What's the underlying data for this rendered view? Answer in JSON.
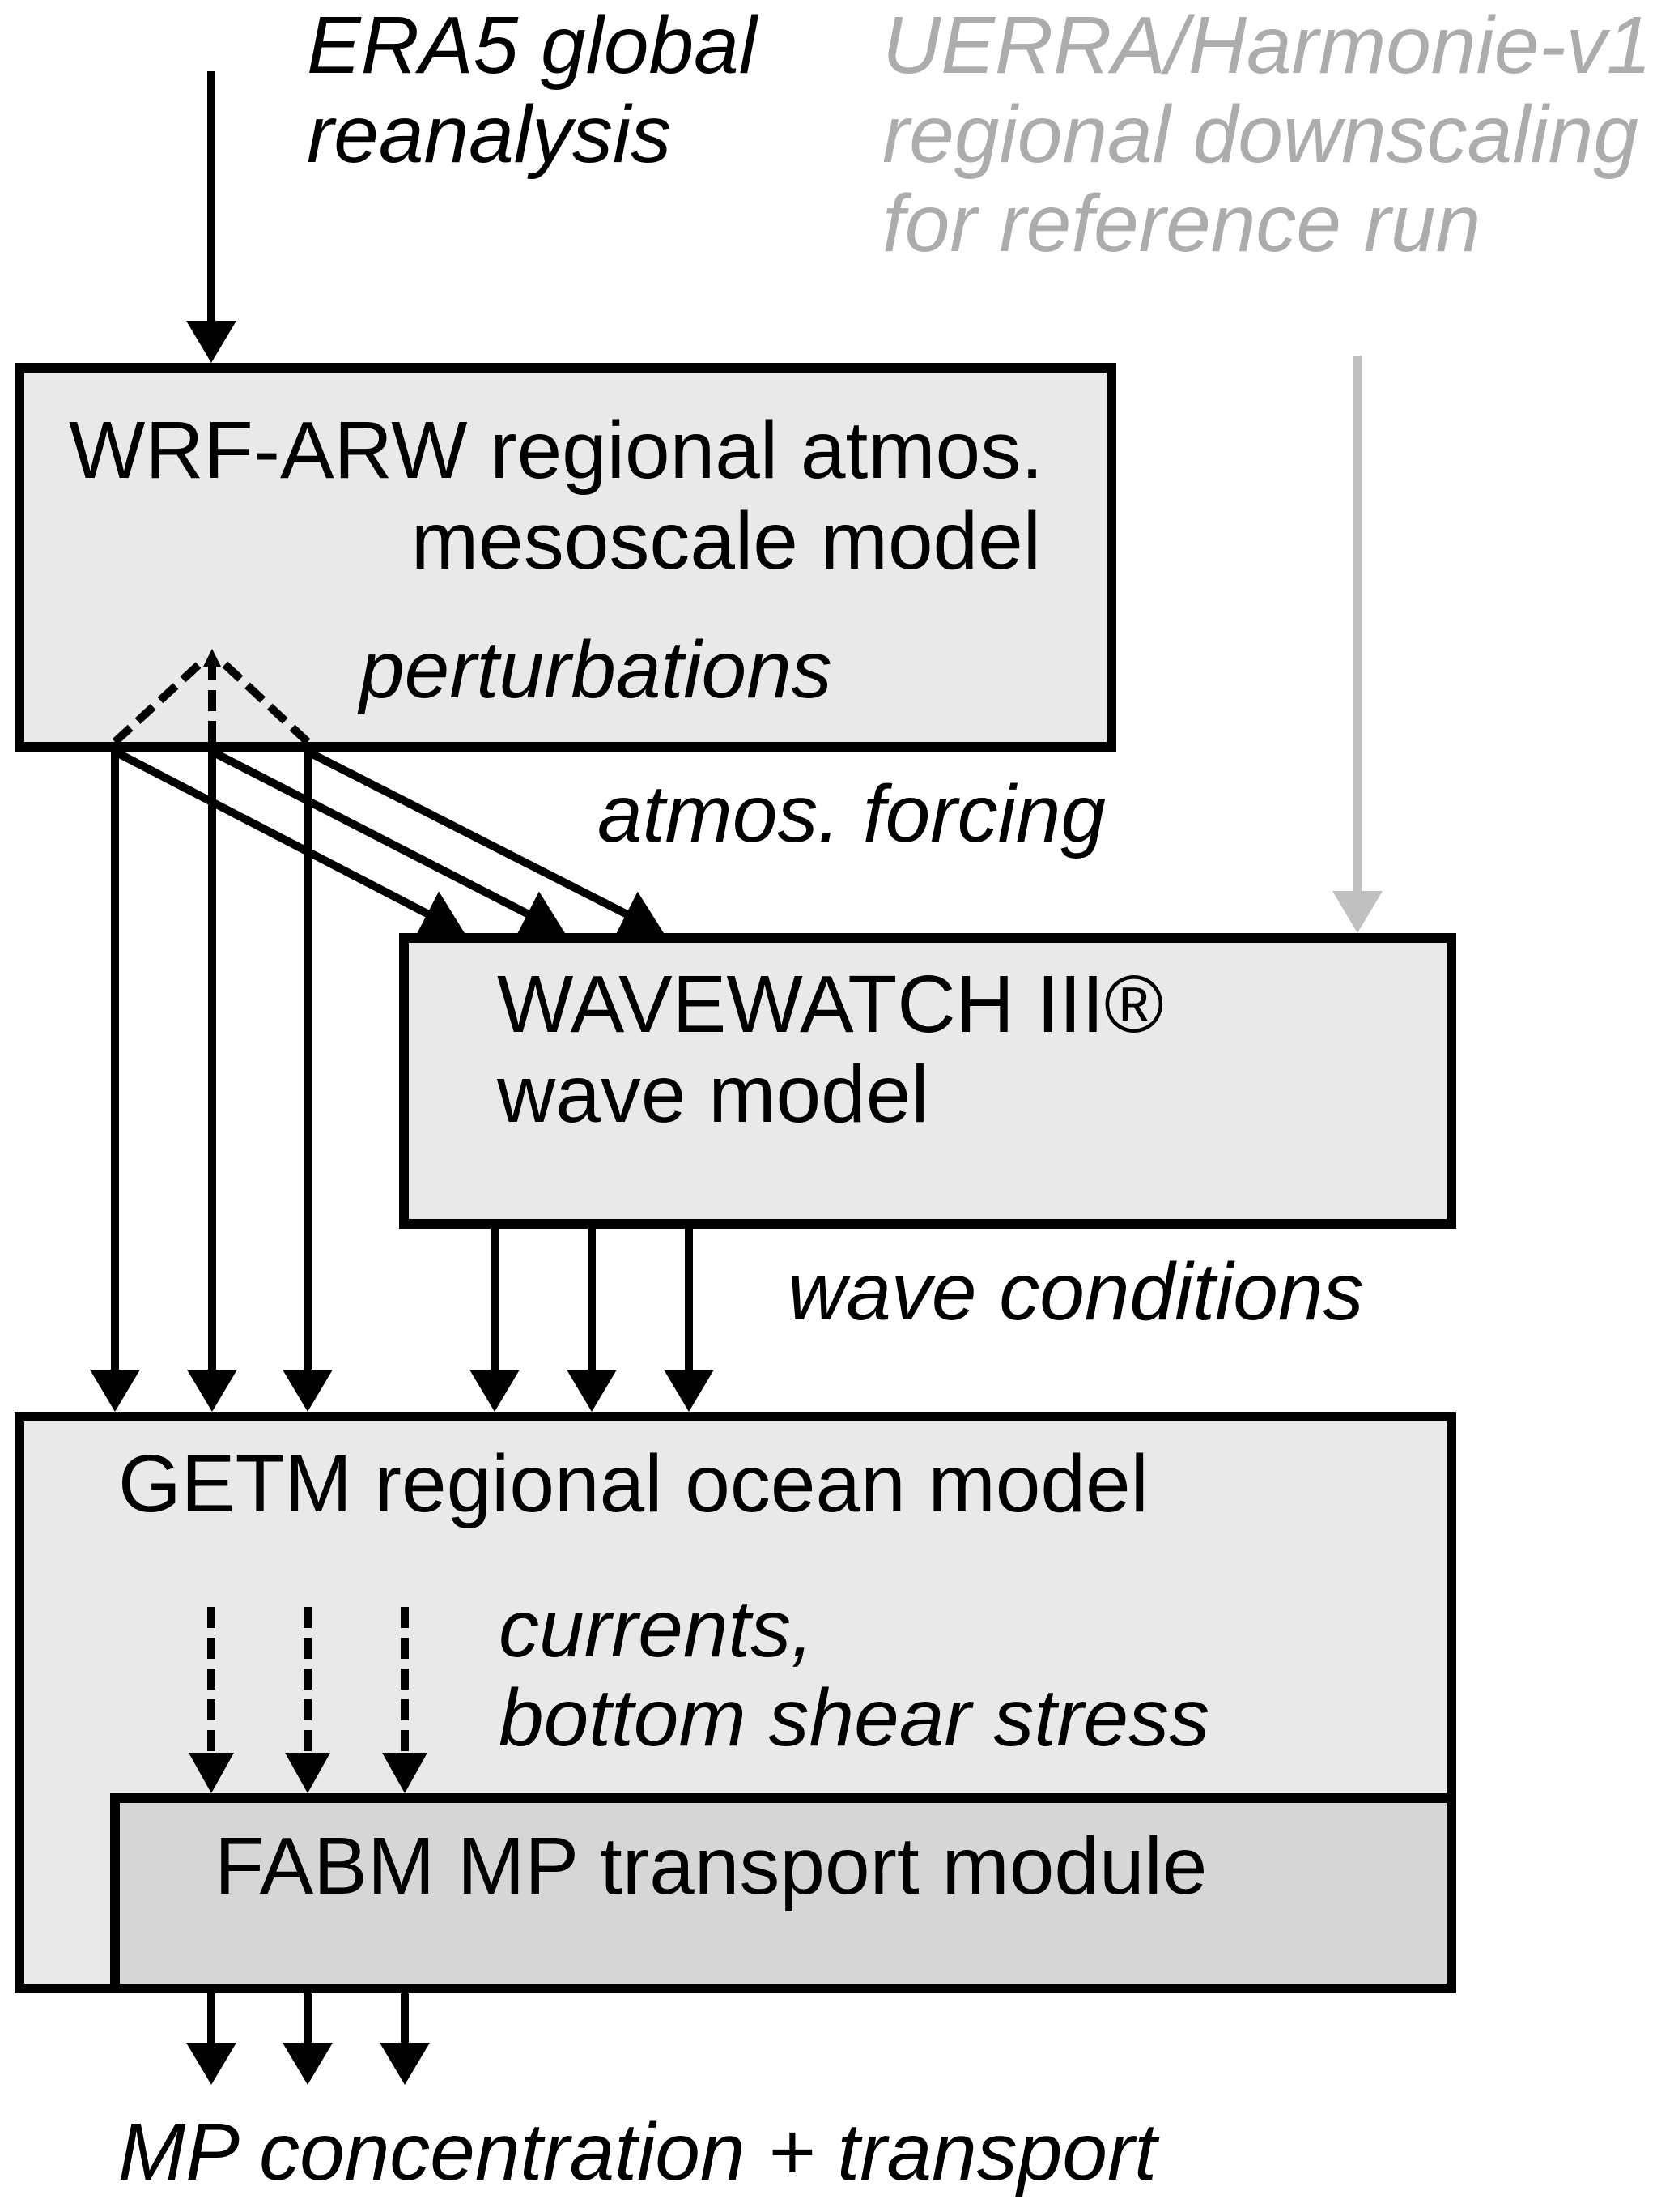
{
  "diagram": {
    "title": "Model coupling workflow",
    "inputs": {
      "era5": {
        "lines": [
          "ERA5 global",
          "reanalysis"
        ]
      },
      "uerra": {
        "lines": [
          "UERRA/Harmonie-v1",
          "regional downscaling",
          "for reference run"
        ],
        "color": "#acacac"
      }
    },
    "boxes": {
      "wrf": {
        "line1": "WRF-ARW regional atmos.",
        "line2": "mesoscale model",
        "note": "perturbations"
      },
      "wavewatch": {
        "line1": "WAVEWATCH III®",
        "line2": "wave model"
      },
      "getm": {
        "line1": "GETM regional ocean model"
      },
      "fabm": {
        "line1": "FABM MP transport module"
      }
    },
    "flows": {
      "atmos_forcing": "atmos. forcing",
      "wave_conditions": "wave conditions",
      "currents": [
        "currents,",
        "bottom shear stress"
      ],
      "output": "MP concentration + transport"
    },
    "colors": {
      "box_fill": "#e9e9e9",
      "module_fill": "#d6d6d6",
      "line": "#000000",
      "reference_gray": "#c0c0c0"
    }
  }
}
